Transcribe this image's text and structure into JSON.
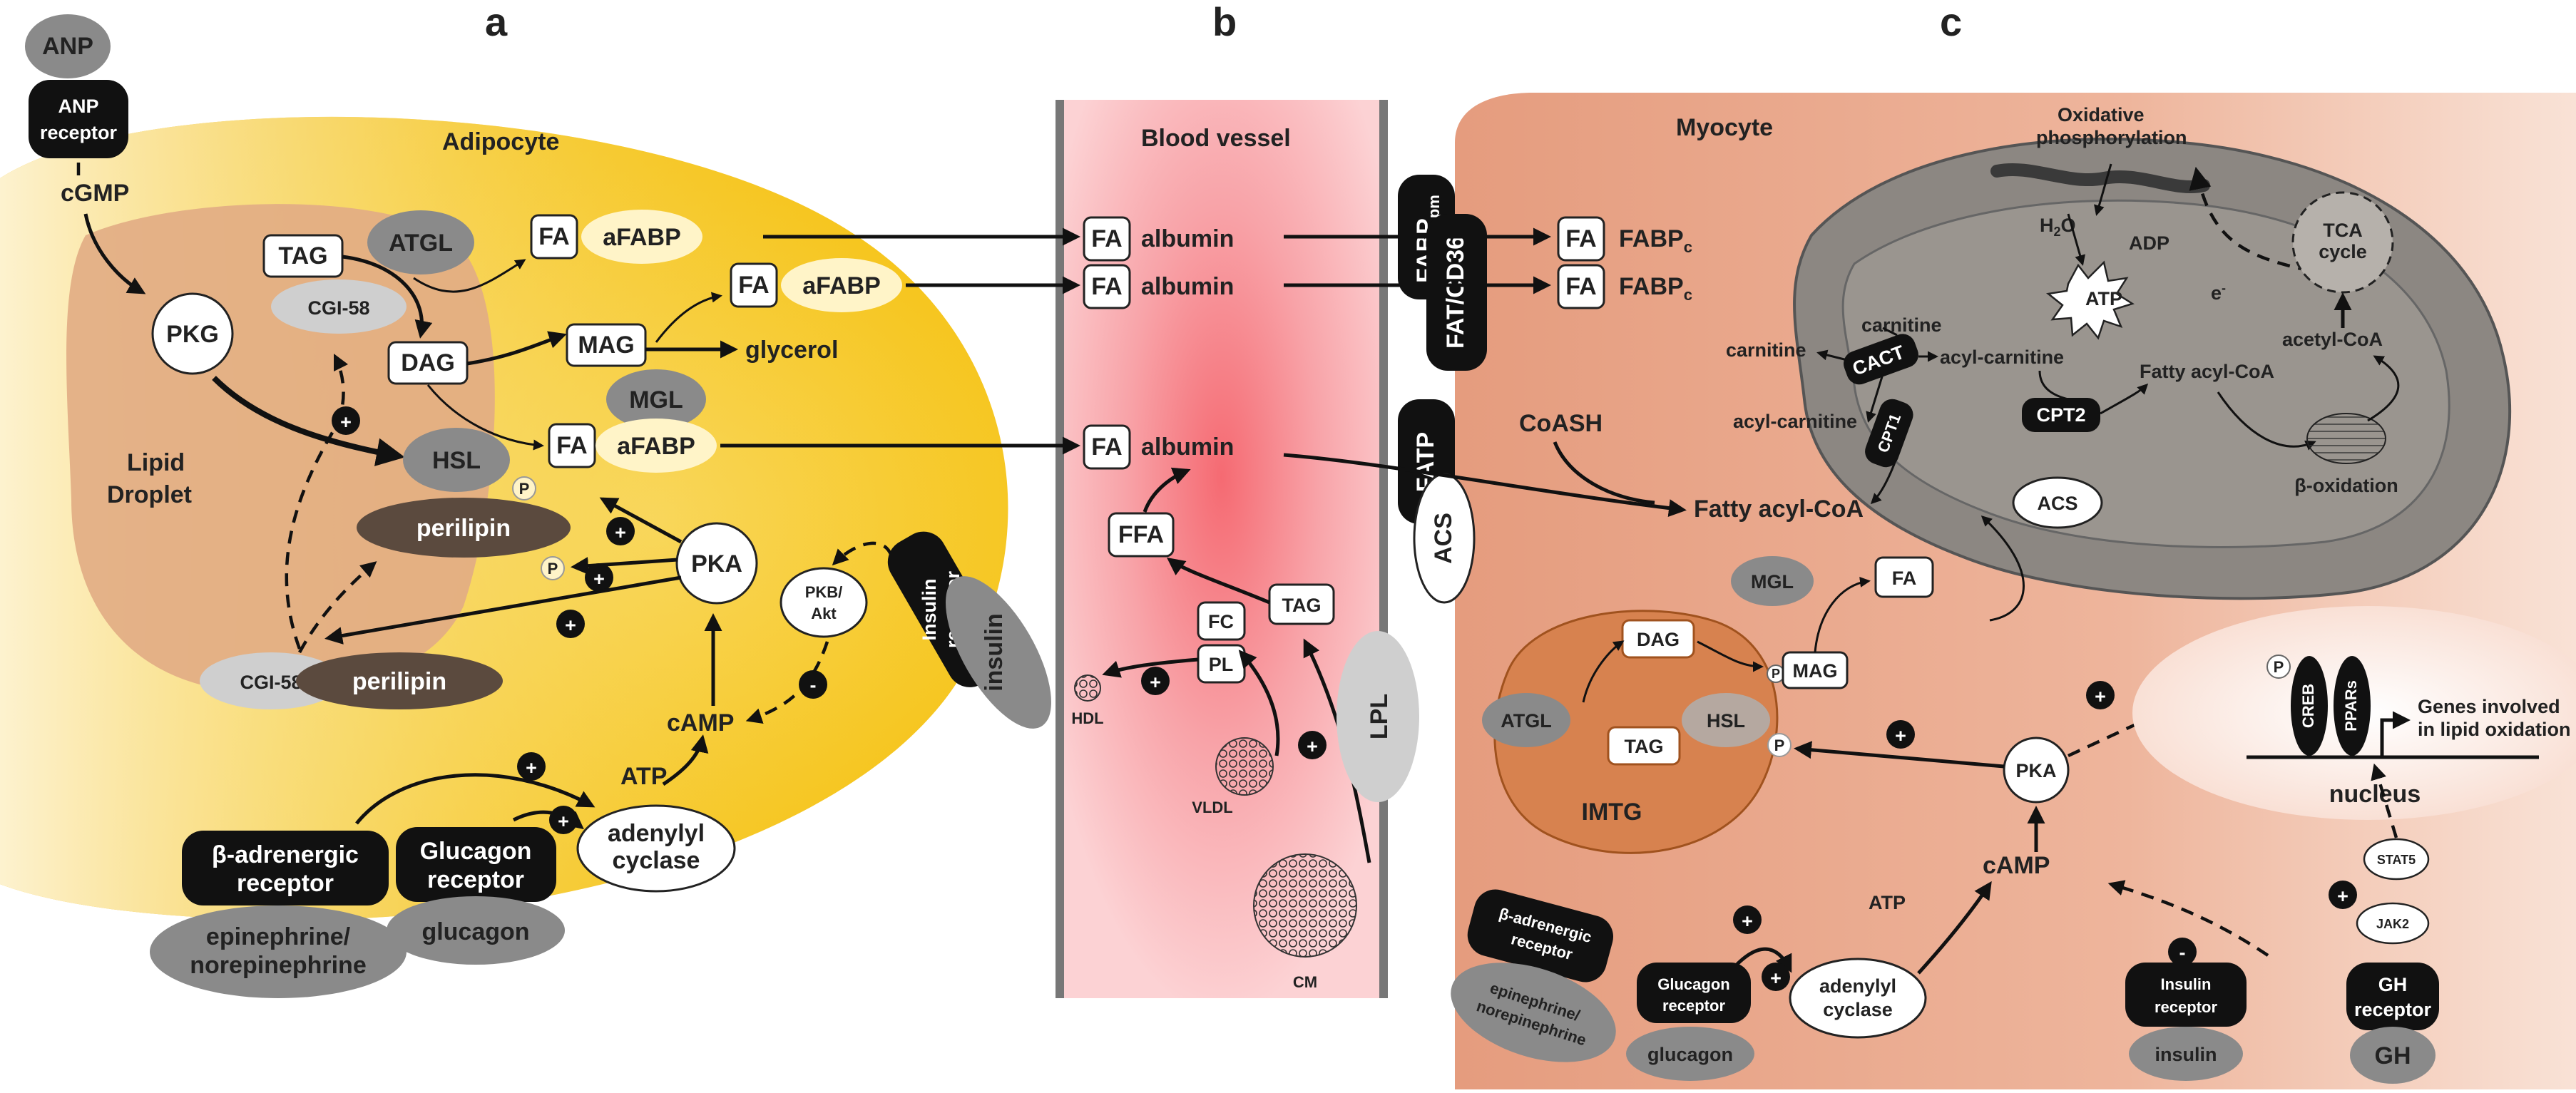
{
  "panel_letters": {
    "a": "a",
    "b": "b",
    "c": "c"
  },
  "adipocyte": {
    "title": "Adipocyte",
    "lipid_droplet": "Lipid Droplet",
    "anp": "ANP",
    "anp_receptor": "ANP receptor",
    "cgmp": "cGMP",
    "pkg": "PKG",
    "tag": "TAG",
    "atgl": "ATGL",
    "cgi58": "CGI-58",
    "dag": "DAG",
    "mag": "MAG",
    "mgl": "MGL",
    "glycerol": "glycerol",
    "fa": "FA",
    "afabp": "aFABP",
    "hsl": "HSL",
    "perilipin": "perilipin",
    "p": "P",
    "pka": "PKA",
    "pkb_akt": "PKB/ Akt",
    "insulin_receptor": "Insulin receptor",
    "insulin": "insulin",
    "camp": "cAMP",
    "atp": "ATP",
    "adenylyl_cyclase": "adenylyl cyclase",
    "beta_adrenergic_receptor": "β-adrenergic receptor",
    "epinephrine": "epinephrine/ norepinephrine",
    "glucagon_receptor": "Glucagon receptor",
    "glucagon": "glucagon",
    "plus": "+",
    "minus": "-"
  },
  "blood_vessel": {
    "title": "Blood vessel",
    "fa": "FA",
    "albumin": "albumin",
    "ffa": "FFA",
    "tag": "TAG",
    "fc": "FC",
    "pl": "PL",
    "hdl": "HDL",
    "vldl": "VLDL",
    "cm": "CM",
    "lpl": "LPL"
  },
  "myocyte": {
    "title": "Myocyte",
    "fabp_pm": "FABP",
    "fabp_pm_sub": "pm",
    "fat_cd36": "FAT/CD36",
    "fatp": "FATP",
    "acs": "ACS",
    "fa": "FA",
    "fabpc": "FABP",
    "fabpc_sub": "c",
    "oxidative": "Oxidative",
    "phosphorylation": "phosphorylation",
    "h2o": "H",
    "h2o_sub": "2",
    "h2o_end": "O",
    "adp": "ADP",
    "atp": "ATP",
    "e_minus": "e",
    "tca": "TCA cycle",
    "carnitine": "carnitine",
    "acyl_carnitine": "acyl-carnitine",
    "cact": "CACT",
    "cpt1": "CPT1",
    "cpt2": "CPT2",
    "fatty_acyl_coa": "Fatty acyl-CoA",
    "acetyl_coa": "acetyl-CoA",
    "beta_oxidation": "β-oxidation",
    "coash": "CoASH",
    "mgl": "MGL",
    "mag": "MAG",
    "dag": "DAG",
    "atgl": "ATGL",
    "tag": "TAG",
    "hsl": "HSL",
    "imtg": "IMTG",
    "p": "P",
    "pka": "PKA",
    "camp": "cAMP",
    "atp2": "ATP",
    "adenylyl_cyclase": "adenylyl cyclase",
    "creb": "CREB",
    "ppars": "PPARs",
    "genes_line1": "Genes involved",
    "genes_line2": "in lipid oxidation",
    "nucleus": "nucleus",
    "stat5": "STAT5",
    "jak2": "JAK2",
    "gh_receptor": "GH receptor",
    "gh": "GH",
    "beta_adrenergic_receptor": "β-adrenergic receptor",
    "epinephrine": "epinephrine/ norepinephrine",
    "glucagon_receptor": "Glucagon receptor",
    "glucagon": "glucagon",
    "insulin_receptor": "Insulin receptor",
    "insulin": "insulin",
    "plus": "+",
    "minus": "-"
  },
  "colors": {
    "adipocyte_fill": "#f7c300",
    "droplet_fill": "#e2ad84",
    "vessel_fill": "#f9b0b4",
    "myocyte_fill": "#e9a98b",
    "imtg_fill": "#d7824f",
    "mito_fill": "#8c8782",
    "nucleus_fill": "#fdf0ea"
  }
}
